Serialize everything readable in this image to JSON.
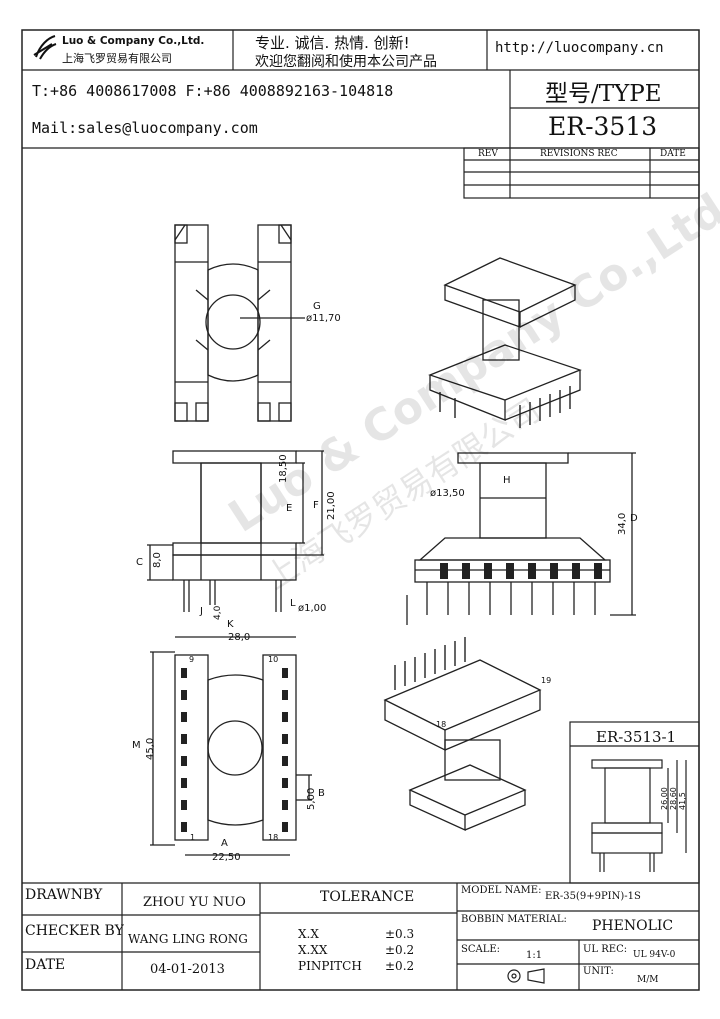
{
  "header": {
    "company_name": "Luo & Company Co.,Ltd.",
    "company_name_cn": "上海飞罗贸易有限公司",
    "slogan": "专业. 诚信. 热情. 创新!",
    "welcome": "欢迎您翻阅和使用本公司产品",
    "website": "http://luocompany.cn",
    "phone_fax": "T:+86 4008617008 F:+86 4008892163-104818",
    "email": "Mail:sales@luocompany.com",
    "type_label": "型号/TYPE",
    "type_value": "ER-3513"
  },
  "revisions": {
    "col_rev": "REV",
    "col_rec": "REVISIONS REC",
    "col_date": "DATE"
  },
  "drawing": {
    "dims": {
      "g_dia": "ø11,70",
      "h_dia": "ø13,50",
      "d_height": "34,0",
      "e_height": "18,50",
      "f_height": "21,00",
      "k_width": "28,0",
      "a_width": "22,50",
      "m_height": "45,0",
      "b_pitch": "5,00",
      "c_height": "8,0",
      "j_len": "4,0",
      "l_pin": "ø1,00"
    },
    "markers": {
      "g": "G",
      "h": "H",
      "d": "D",
      "e": "E",
      "f": "F",
      "c": "C",
      "j": "J",
      "l": "L",
      "k": "K",
      "m": "M",
      "b": "B",
      "a": "A"
    },
    "pins": {
      "p9": "9",
      "p10": "10",
      "p18": "18",
      "p1": "1",
      "p19": "19",
      "p19b": "18"
    },
    "variant": {
      "title": "ER-3513-1",
      "dim1": "26,00",
      "dim2": "28,60",
      "dim3": "41,5"
    },
    "watermark_en": "Luo & Company Co.,Ltd",
    "watermark_cn": "上海飞罗贸易有限公司"
  },
  "footer": {
    "drawn_by_label": "DRAWNBY",
    "drawn_by_value": "ZHOU YU NUO",
    "checker_label": "CHECKER BY",
    "checker_value": "WANG LING RONG",
    "date_label": "DATE",
    "date_value": "04-01-2013",
    "tolerance_label": "TOLERANCE",
    "tol_x_label": "X.X",
    "tol_x_value": "±0.3",
    "tol_xx_label": "X.XX",
    "tol_xx_value": "±0.2",
    "tol_pin_label": "PINPITCH",
    "tol_pin_value": "±0.2",
    "model_label": "MODEL NAME:",
    "model_value": "ER-35(9+9PIN)-1S",
    "bobbin_label": "BOBBIN MATERIAL:",
    "bobbin_value": "PHENOLIC",
    "scale_label": "SCALE:",
    "scale_value": "1:1",
    "ul_label": "UL REC:",
    "ul_value": "UL 94V-0",
    "unit_label": "UNIT:",
    "unit_value": "M/M"
  }
}
